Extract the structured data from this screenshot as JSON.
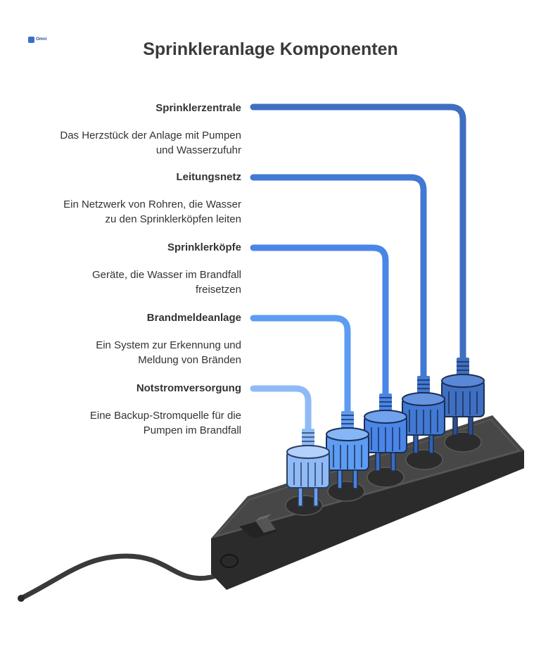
{
  "logo": {
    "text": "Omni"
  },
  "title": "Sprinkleranlage Komponenten",
  "items": [
    {
      "title": "Sprinklerzentrale",
      "description_line1": "Das Herzstück der Anlage mit Pumpen",
      "description_line2": "und Wasserzufuhr",
      "color": "#3f6fc1"
    },
    {
      "title": "Leitungsnetz",
      "description_line1": "Ein Netzwerk von Rohren, die Wasser",
      "description_line2": "zu den Sprinklerköpfen leiten",
      "color": "#4179d3"
    },
    {
      "title": "Sprinklerköpfe",
      "description_line1": "Geräte, die Wasser im Brandfall",
      "description_line2": "freisetzen",
      "color": "#4a86e8"
    },
    {
      "title": "Brandmeldeanlage",
      "description_line1": "Ein System zur Erkennung und",
      "description_line2": "Meldung von Bränden",
      "color": "#5d9cf2"
    },
    {
      "title": "Notstromversorgung",
      "description_line1": "Eine Backup-Stromquelle für die",
      "description_line2": "Pumpen im Brandfall",
      "color": "#8fbaf6"
    }
  ],
  "colors": {
    "strip": "#3a3a3a",
    "strip_top": "#474747",
    "strip_edge": "#1f1f1f",
    "cable": "#3a3a3a"
  }
}
